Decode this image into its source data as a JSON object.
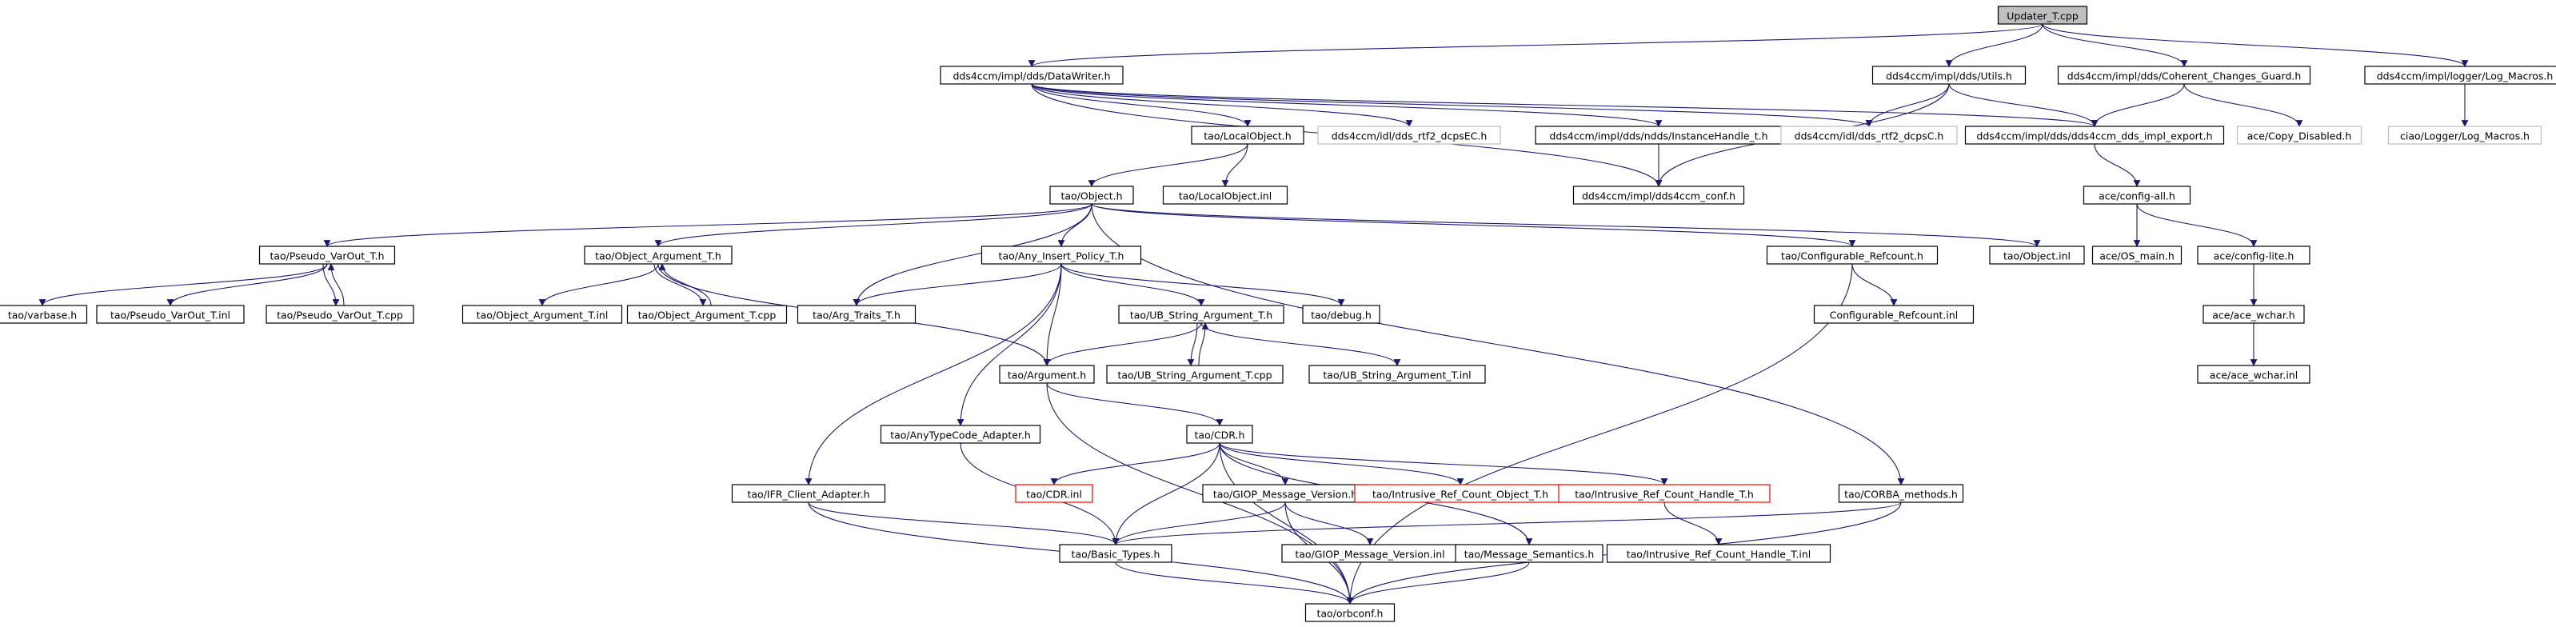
{
  "colors": {
    "edge": "#191970",
    "normal_border": "#000000",
    "missing_border": "#bfbfbf",
    "missing_text": "#000000",
    "red_border": "#ff0000",
    "root_fill": "#bfbfbf",
    "fill": "#ffffff"
  },
  "nodes": [
    {
      "id": "n0",
      "label": "Updater_T.cpp",
      "style": "root"
    },
    {
      "id": "n1",
      "label": "dds4ccm/impl/dds/DataWriter.h",
      "style": "normal"
    },
    {
      "id": "n2",
      "label": "dds4ccm/impl/dds/Utils.h",
      "style": "normal"
    },
    {
      "id": "n3",
      "label": "dds4ccm/impl/dds/Coherent_Changes_Guard.h",
      "style": "normal"
    },
    {
      "id": "n4",
      "label": "dds4ccm/impl/logger/Log_Macros.h",
      "style": "normal"
    },
    {
      "id": "n5",
      "label": "tao/LocalObject.h",
      "style": "normal"
    },
    {
      "id": "n6",
      "label": "dds4ccm/idl/dds_rtf2_dcpsEC.h",
      "style": "missing"
    },
    {
      "id": "n7",
      "label": "dds4ccm/impl/dds/ndds/InstanceHandle_t.h",
      "style": "normal"
    },
    {
      "id": "n8",
      "label": "dds4ccm/idl/dds_rtf2_dcpsC.h",
      "style": "missing"
    },
    {
      "id": "n9",
      "label": "dds4ccm/impl/dds/dds4ccm_dds_impl_export.h",
      "style": "normal"
    },
    {
      "id": "n10",
      "label": "ace/Copy_Disabled.h",
      "style": "missing"
    },
    {
      "id": "n11",
      "label": "ciao/Logger/Log_Macros.h",
      "style": "missing"
    },
    {
      "id": "n12",
      "label": "tao/Object.h",
      "style": "normal"
    },
    {
      "id": "n13",
      "label": "tao/LocalObject.inl",
      "style": "normal"
    },
    {
      "id": "n14",
      "label": "dds4ccm/impl/dds4ccm_conf.h",
      "style": "normal"
    },
    {
      "id": "n15",
      "label": "ace/config-all.h",
      "style": "normal"
    },
    {
      "id": "n16",
      "label": "tao/Pseudo_VarOut_T.h",
      "style": "normal"
    },
    {
      "id": "n17",
      "label": "tao/Object_Argument_T.h",
      "style": "normal"
    },
    {
      "id": "n18",
      "label": "tao/Any_Insert_Policy_T.h",
      "style": "normal"
    },
    {
      "id": "n19",
      "label": "tao/Configurable_Refcount.h",
      "style": "normal"
    },
    {
      "id": "n20",
      "label": "tao/Object.inl",
      "style": "normal"
    },
    {
      "id": "n21",
      "label": "ace/OS_main.h",
      "style": "normal"
    },
    {
      "id": "n22",
      "label": "ace/config-lite.h",
      "style": "normal"
    },
    {
      "id": "n23",
      "label": "tao/varbase.h",
      "style": "normal"
    },
    {
      "id": "n24",
      "label": "tao/Pseudo_VarOut_T.inl",
      "style": "normal"
    },
    {
      "id": "n25",
      "label": "tao/Pseudo_VarOut_T.cpp",
      "style": "normal"
    },
    {
      "id": "n26",
      "label": "tao/Object_Argument_T.inl",
      "style": "normal"
    },
    {
      "id": "n27",
      "label": "tao/Object_Argument_T.cpp",
      "style": "normal"
    },
    {
      "id": "n28",
      "label": "tao/Arg_Traits_T.h",
      "style": "normal"
    },
    {
      "id": "n29",
      "label": "tao/UB_String_Argument_T.h",
      "style": "normal"
    },
    {
      "id": "n30",
      "label": "tao/debug.h",
      "style": "normal"
    },
    {
      "id": "n31",
      "label": "Configurable_Refcount.inl",
      "style": "normal"
    },
    {
      "id": "n32",
      "label": "ace/ace_wchar.h",
      "style": "normal"
    },
    {
      "id": "n33",
      "label": "tao/Argument.h",
      "style": "normal"
    },
    {
      "id": "n34",
      "label": "tao/UB_String_Argument_T.cpp",
      "style": "normal"
    },
    {
      "id": "n35",
      "label": "tao/UB_String_Argument_T.inl",
      "style": "normal"
    },
    {
      "id": "n36",
      "label": "ace/ace_wchar.inl",
      "style": "normal"
    },
    {
      "id": "n37",
      "label": "tao/AnyTypeCode_Adapter.h",
      "style": "normal"
    },
    {
      "id": "n38",
      "label": "tao/CDR.h",
      "style": "normal"
    },
    {
      "id": "n39",
      "label": "tao/IFR_Client_Adapter.h",
      "style": "normal"
    },
    {
      "id": "n40",
      "label": "tao/CDR.inl",
      "style": "red"
    },
    {
      "id": "n41",
      "label": "tao/GIOP_Message_Version.h",
      "style": "normal"
    },
    {
      "id": "n42",
      "label": "tao/Intrusive_Ref_Count_Object_T.h",
      "style": "red"
    },
    {
      "id": "n43",
      "label": "tao/Intrusive_Ref_Count_Handle_T.h",
      "style": "red"
    },
    {
      "id": "n44",
      "label": "tao/CORBA_methods.h",
      "style": "normal"
    },
    {
      "id": "n45",
      "label": "tao/Basic_Types.h",
      "style": "normal"
    },
    {
      "id": "n46",
      "label": "tao/GIOP_Message_Version.inl",
      "style": "normal"
    },
    {
      "id": "n47",
      "label": "tao/Message_Semantics.h",
      "style": "normal"
    },
    {
      "id": "n48",
      "label": "tao/Intrusive_Ref_Count_Handle_T.inl",
      "style": "normal"
    },
    {
      "id": "n49",
      "label": "tao/orbconf.h",
      "style": "normal"
    }
  ],
  "edges": [
    [
      "n0",
      "n1"
    ],
    [
      "n0",
      "n2"
    ],
    [
      "n0",
      "n3"
    ],
    [
      "n0",
      "n4"
    ],
    [
      "n1",
      "n5"
    ],
    [
      "n1",
      "n6"
    ],
    [
      "n1",
      "n7"
    ],
    [
      "n1",
      "n8"
    ],
    [
      "n1",
      "n9"
    ],
    [
      "n1",
      "n14"
    ],
    [
      "n2",
      "n8"
    ],
    [
      "n2",
      "n9"
    ],
    [
      "n2",
      "n14"
    ],
    [
      "n3",
      "n9"
    ],
    [
      "n3",
      "n10"
    ],
    [
      "n4",
      "n11"
    ],
    [
      "n5",
      "n12"
    ],
    [
      "n5",
      "n13"
    ],
    [
      "n7",
      "n14"
    ],
    [
      "n9",
      "n15"
    ],
    [
      "n12",
      "n16"
    ],
    [
      "n12",
      "n17"
    ],
    [
      "n12",
      "n18"
    ],
    [
      "n12",
      "n28"
    ],
    [
      "n12",
      "n19"
    ],
    [
      "n12",
      "n20"
    ],
    [
      "n12",
      "n44"
    ],
    [
      "n15",
      "n21"
    ],
    [
      "n15",
      "n22"
    ],
    [
      "n16",
      "n23"
    ],
    [
      "n16",
      "n24"
    ],
    [
      "n16",
      "n25"
    ],
    [
      "n25",
      "n16"
    ],
    [
      "n17",
      "n26"
    ],
    [
      "n17",
      "n27"
    ],
    [
      "n27",
      "n17"
    ],
    [
      "n17",
      "n33"
    ],
    [
      "n18",
      "n28"
    ],
    [
      "n18",
      "n29"
    ],
    [
      "n18",
      "n30"
    ],
    [
      "n18",
      "n33"
    ],
    [
      "n18",
      "n37"
    ],
    [
      "n18",
      "n39"
    ],
    [
      "n19",
      "n31"
    ],
    [
      "n19",
      "n49"
    ],
    [
      "n22",
      "n32"
    ],
    [
      "n32",
      "n36"
    ],
    [
      "n29",
      "n33"
    ],
    [
      "n29",
      "n34"
    ],
    [
      "n34",
      "n29"
    ],
    [
      "n29",
      "n35"
    ],
    [
      "n33",
      "n38"
    ],
    [
      "n33",
      "n49"
    ],
    [
      "n37",
      "n45"
    ],
    [
      "n38",
      "n40"
    ],
    [
      "n38",
      "n41"
    ],
    [
      "n38",
      "n42"
    ],
    [
      "n38",
      "n43"
    ],
    [
      "n38",
      "n45"
    ],
    [
      "n38",
      "n47"
    ],
    [
      "n38",
      "n49"
    ],
    [
      "n39",
      "n45"
    ],
    [
      "n39",
      "n49"
    ],
    [
      "n41",
      "n45"
    ],
    [
      "n41",
      "n46"
    ],
    [
      "n41",
      "n49"
    ],
    [
      "n43",
      "n48"
    ],
    [
      "n44",
      "n45"
    ],
    [
      "n44",
      "n49"
    ],
    [
      "n45",
      "n49"
    ],
    [
      "n47",
      "n49"
    ]
  ]
}
